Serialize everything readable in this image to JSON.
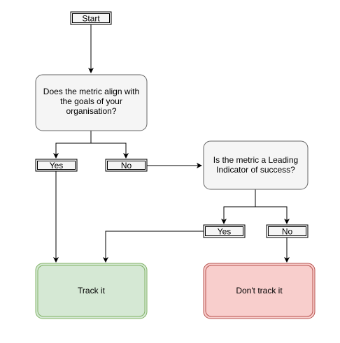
{
  "diagram": {
    "nodes": {
      "start": "Start",
      "question_1": [
        "Does the metric align with",
        "the goals of your",
        "organisation?"
      ],
      "yes_1": "Yes",
      "no_1": "No",
      "question_2": [
        "Is the metric a Leading",
        "Indicator of success?"
      ],
      "yes_2": "Yes",
      "no_2": "No",
      "track": "Track it",
      "dont_track": "Don't track it"
    },
    "colors": {
      "line": "#000000",
      "box_fill": "#f5f5f5",
      "box_stroke": "#666666",
      "track_fill": "#d5e8d4",
      "track_stroke": "#82b366",
      "dont_track_fill": "#f8cecc",
      "dont_track_stroke": "#b85450"
    }
  }
}
